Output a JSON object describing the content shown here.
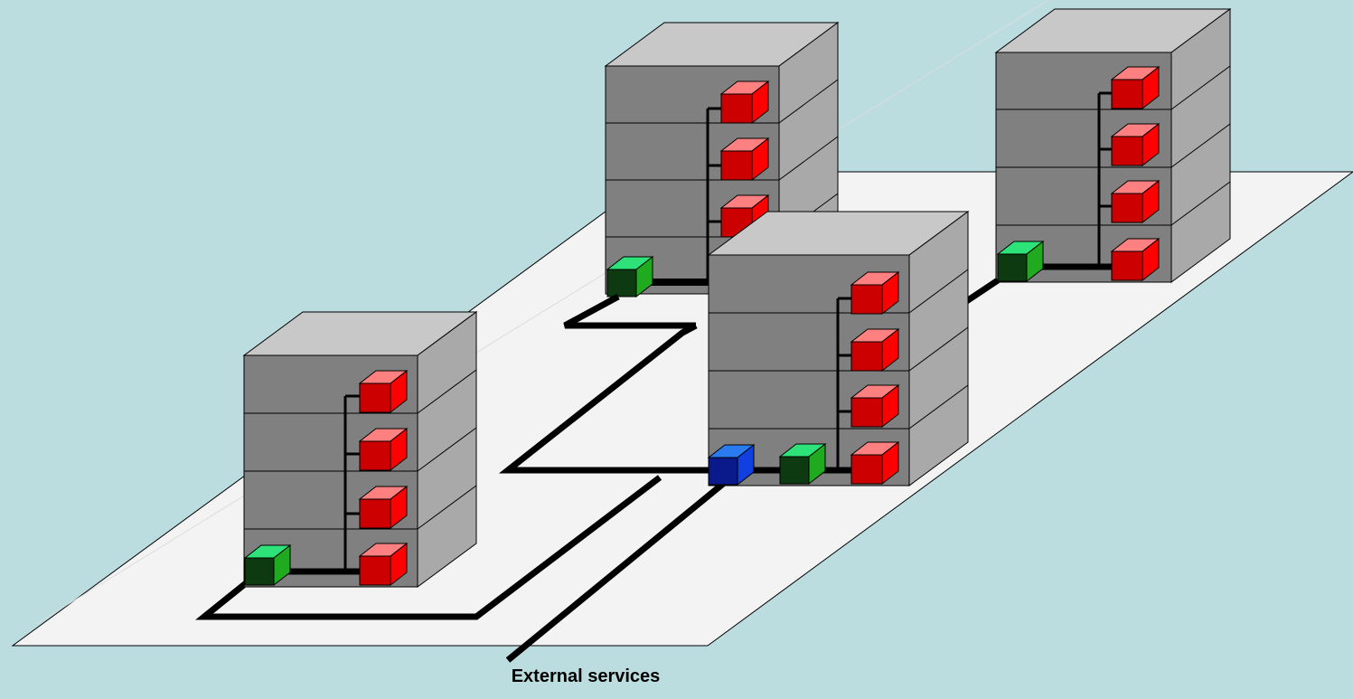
{
  "caption": "External services",
  "colors": {
    "background": "#bcdde0",
    "floor": "#f2f2f2",
    "rack_front": "#808080",
    "rack_top": "#c8c8c8",
    "rack_side": "#a9a9a9",
    "worker_node": "#e00000",
    "node_manager": "#1e8a1e",
    "gateway": "#1450d8",
    "cable": "#000000"
  },
  "icons": {
    "worker": "red-node-cube",
    "manager": "green-manager-cube",
    "gateway": "blue-gateway-cube"
  }
}
